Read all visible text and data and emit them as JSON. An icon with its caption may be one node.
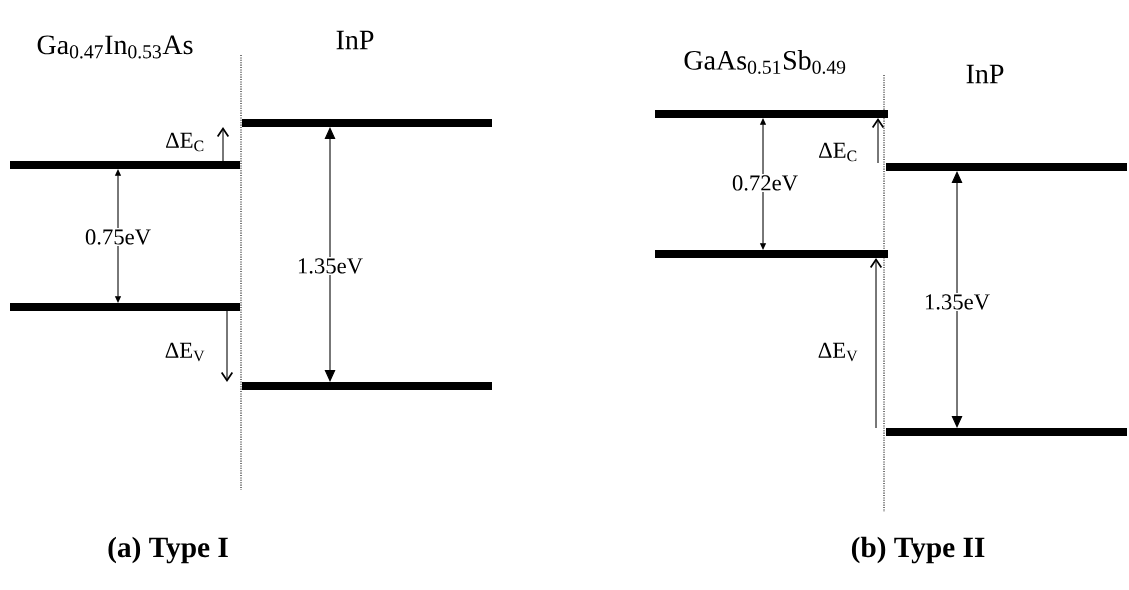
{
  "diagram": {
    "nodes": [
      {
        "text": [],
        "shape": "bar"
      },
      {
        "text": [],
        "shape": "bar"
      },
      {
        "text": [],
        "shape": "bar"
      },
      {
        "text": [],
        "shape": "bar"
      },
      {
        "text": [],
        "shape": "bar"
      },
      {
        "text": [],
        "shape": "bar"
      },
      {
        "text": [],
        "shape": "bar"
      },
      {
        "text": [],
        "shape": "bar"
      }
    ],
    "edges": [
      {
        "from": 0,
        "to": 1,
        "arrow": "both",
        "label": "0.75eV"
      },
      {
        "from": 0,
        "to": 2,
        "arrow": "to",
        "label": "ΔE$_{C}$"
      },
      {
        "from": 1,
        "to": 3,
        "arrow": "to",
        "label": "ΔE$_{V}$"
      },
      {
        "from": 2,
        "to": 3,
        "arrow": "both",
        "label": "1.35eV"
      },
      {
        "from": 4,
        "to": 5,
        "arrow": "both",
        "label": "0.72eV"
      },
      {
        "from": 6,
        "to": 4,
        "arrow": "to",
        "label": "ΔE$_{C}$"
      },
      {
        "from": 7,
        "to": 5,
        "arrow": "to",
        "label": "ΔE$_{V}$"
      },
      {
        "from": 6,
        "to": 7,
        "arrow": "both",
        "label": "1.35eV"
      }
    ],
    "labels": [
      "Ga$_{0.47}$In$_{0.53}$As",
      "InP",
      "GaAs$_{0.51}$Sb$_{0.49}$",
      "InP",
      "(a) Type I",
      "(b) Type II"
    ]
  }
}
